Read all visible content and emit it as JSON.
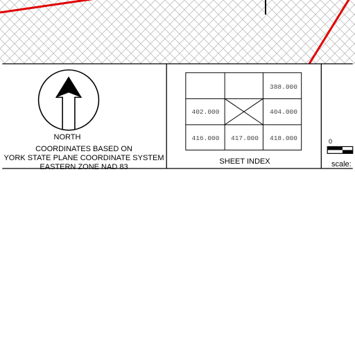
{
  "map": {
    "hatch_color": "#bbbbbb",
    "boundary_color": "#e00000"
  },
  "north_arrow": {
    "icon": "north-arrow-icon",
    "label": "NORTH"
  },
  "coordinates_note": {
    "line1": "COORDINATES BASED ON",
    "line2": "YORK STATE PLANE COORDINATE SYSTEM",
    "line3": "EASTERN ZONE NAD 83"
  },
  "sheet_index": {
    "title": "SHEET INDEX",
    "rows": [
      [
        "",
        "",
        "388.000"
      ],
      [
        "402.000",
        "",
        "404.000"
      ],
      [
        "416.000",
        "417.000",
        "418.000"
      ]
    ],
    "current_sheet_marker": "x-mark"
  },
  "scale": {
    "zero_label": "0",
    "label": "scale:"
  }
}
